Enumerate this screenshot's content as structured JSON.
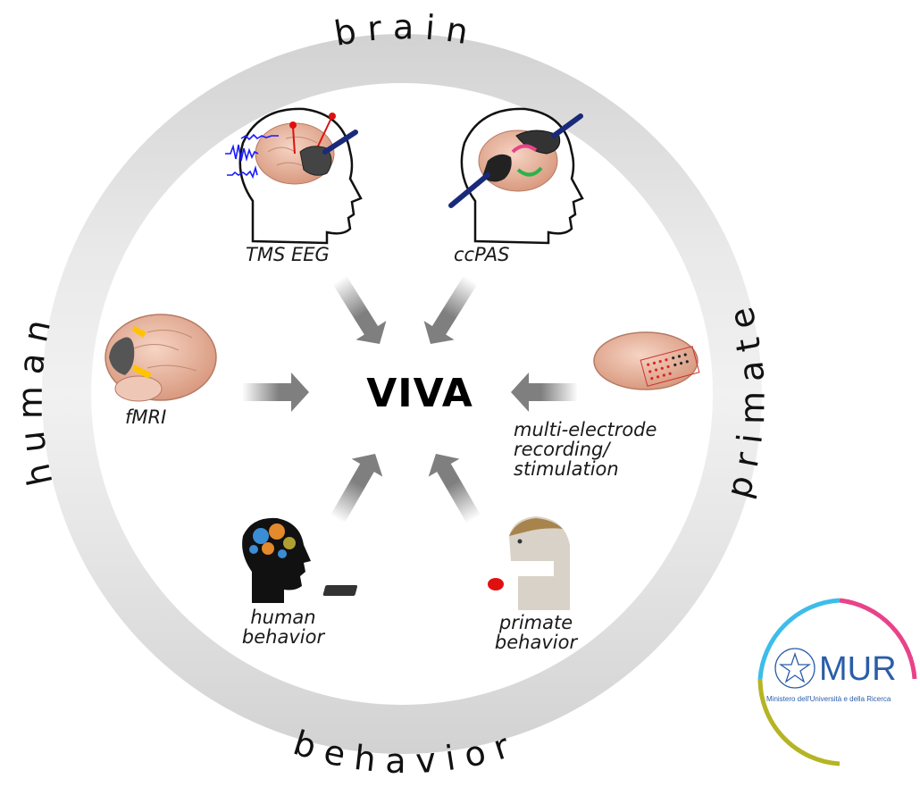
{
  "diagram": {
    "center_title": "VIVA",
    "ring_labels": {
      "top": "brain",
      "bottom": "behavior",
      "left": "human",
      "right": "primate"
    },
    "nodes": [
      {
        "id": "tms-eeg",
        "lines": [
          "TMS EEG"
        ],
        "icon": "head-with-tms-coil-and-eeg-waves"
      },
      {
        "id": "ccpas",
        "lines": [
          "ccPAS"
        ],
        "icon": "head-with-two-tms-coils"
      },
      {
        "id": "fmri",
        "lines": [
          "fMRI"
        ],
        "icon": "brain-with-activations"
      },
      {
        "id": "multi-electrode",
        "lines": [
          "multi-electrode",
          "recording/",
          "stimulation"
        ],
        "icon": "monkey-brain-electrode-array"
      },
      {
        "id": "human-behavior",
        "lines": [
          "human",
          "behavior"
        ],
        "icon": "head-silhouette-with-gears"
      },
      {
        "id": "primate-behavior",
        "lines": [
          "primate",
          "behavior"
        ],
        "icon": "monkey-with-red-button"
      }
    ],
    "arrows_to_center": 6
  },
  "logo": {
    "name": "MUR",
    "subtitle": "Ministero dell'Università e della Ricerca",
    "colors": {
      "arc_top_left": "#3dbde9",
      "arc_top_right": "#e8438a",
      "arc_bottom": "#b5b424",
      "text": "#2b5da8"
    }
  },
  "colors": {
    "ring_dark": "#d3d3d3",
    "ring_light": "#efefef",
    "arrow": "#7f7f7f",
    "brain": "#e8b49e",
    "eeg_wave": "#1a1aff"
  }
}
